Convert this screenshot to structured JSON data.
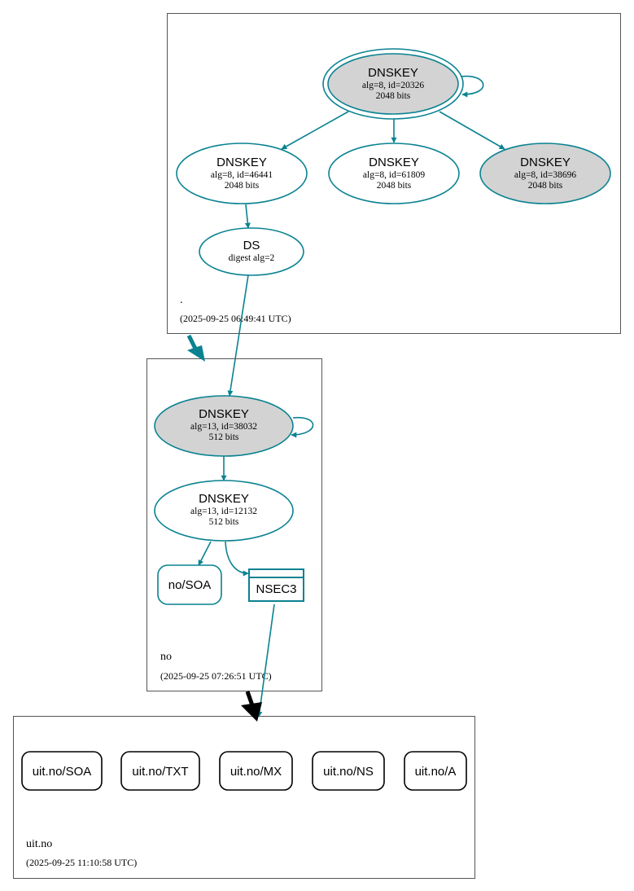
{
  "colors": {
    "edge": "#0a8291",
    "node_border": "#0a8291",
    "node_fill_gray": "#d3d3d3",
    "zone_border": "#555555",
    "delegation_insecure": "#000000"
  },
  "zones": {
    "root": {
      "name": ".",
      "timestamp": "(2025-09-25 06:49:41 UTC)"
    },
    "no": {
      "name": "no",
      "timestamp": "(2025-09-25 07:26:51 UTC)"
    },
    "uit": {
      "name": "uit.no",
      "timestamp": "(2025-09-25 11:10:58 UTC)"
    }
  },
  "nodes": {
    "root_ksk": {
      "type": "DNSKEY",
      "line1": "alg=8, id=20326",
      "line2": "2048 bits"
    },
    "root_zsk1": {
      "type": "DNSKEY",
      "line1": "alg=8, id=46441",
      "line2": "2048 bits"
    },
    "root_zsk2": {
      "type": "DNSKEY",
      "line1": "alg=8, id=61809",
      "line2": "2048 bits"
    },
    "root_zsk3": {
      "type": "DNSKEY",
      "line1": "alg=8, id=38696",
      "line2": "2048 bits"
    },
    "ds": {
      "type": "DS",
      "line1": "digest alg=2"
    },
    "no_ksk": {
      "type": "DNSKEY",
      "line1": "alg=13, id=38032",
      "line2": "512 bits"
    },
    "no_zsk": {
      "type": "DNSKEY",
      "line1": "alg=13, id=12132",
      "line2": "512 bits"
    },
    "no_soa": {
      "label": "no/SOA"
    },
    "nsec3": {
      "label": "NSEC3"
    },
    "uit_soa": {
      "label": "uit.no/SOA"
    },
    "uit_txt": {
      "label": "uit.no/TXT"
    },
    "uit_mx": {
      "label": "uit.no/MX"
    },
    "uit_ns": {
      "label": "uit.no/NS"
    },
    "uit_a": {
      "label": "uit.no/A"
    }
  }
}
